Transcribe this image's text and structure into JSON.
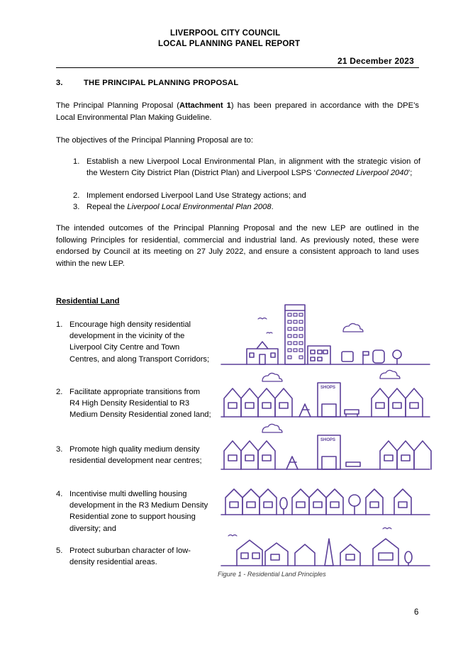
{
  "header": {
    "line1": "LIVERPOOL CITY COUNCIL",
    "line2": "LOCAL PLANNING PANEL REPORT",
    "date": "21 December 2023"
  },
  "section": {
    "number": "3.",
    "title": "THE PRINCIPAL PLANNING PROPOSAL"
  },
  "intro": {
    "before": "The Principal Planning Proposal (",
    "bold": "Attachment 1",
    "after": ") has been prepared in accordance with the DPE’s Local Environmental Plan Making Guideline."
  },
  "objectives_intro": "The objectives of the Principal Planning Proposal are to:",
  "objectives": [
    {
      "num": "1.",
      "text": "Establish a new Liverpool Local Environmental Plan, in alignment with the strategic vision of the Western City District Plan (District Plan) and Liverpool LSPS ‘",
      "italic": "Connected Liverpool 2040",
      "end": "’;"
    },
    {
      "num": "2.",
      "text": "Implement endorsed Liverpool Land Use Strategy actions; and",
      "italic": "",
      "end": ""
    },
    {
      "num": "3.",
      "text": "Repeal the ",
      "italic": "Liverpool Local Environmental Plan 2008",
      "end": "."
    }
  ],
  "outcomes": "The intended outcomes of the Principal Planning Proposal and the new LEP are outlined in the following Principles for residential, commercial and industrial land. As previously noted, these were endorsed by Council at its meeting on 27 July 2022, and ensure a consistent approach to land uses within the new LEP.",
  "residential": {
    "heading": "Residential Land",
    "items": [
      {
        "num": "1.",
        "text": "Encourage high density residential development in the vicinity of the Liverpool City Centre and Town Centres, and along Transport Corridors;"
      },
      {
        "num": "2.",
        "text": "Facilitate appropriate transitions from R4 High Density Residential to R3 Medium Density Residential zoned land;"
      },
      {
        "num": "3.",
        "text": "Promote high quality medium density residential development near centres;"
      },
      {
        "num": "4.",
        "text": "Incentivise multi dwelling housing development in the R3 Medium Density Residential zone to support housing diversity; and"
      },
      {
        "num": "5.",
        "text": "Protect suburban character of low-density residential areas."
      }
    ]
  },
  "figure": {
    "shops_label": "SHOPS",
    "caption": "Figure 1 - Residential Land Principles"
  },
  "page_number": "6",
  "colors": {
    "accent": "#5b3f99",
    "text": "#000000",
    "caption": "#3a3a3a"
  }
}
